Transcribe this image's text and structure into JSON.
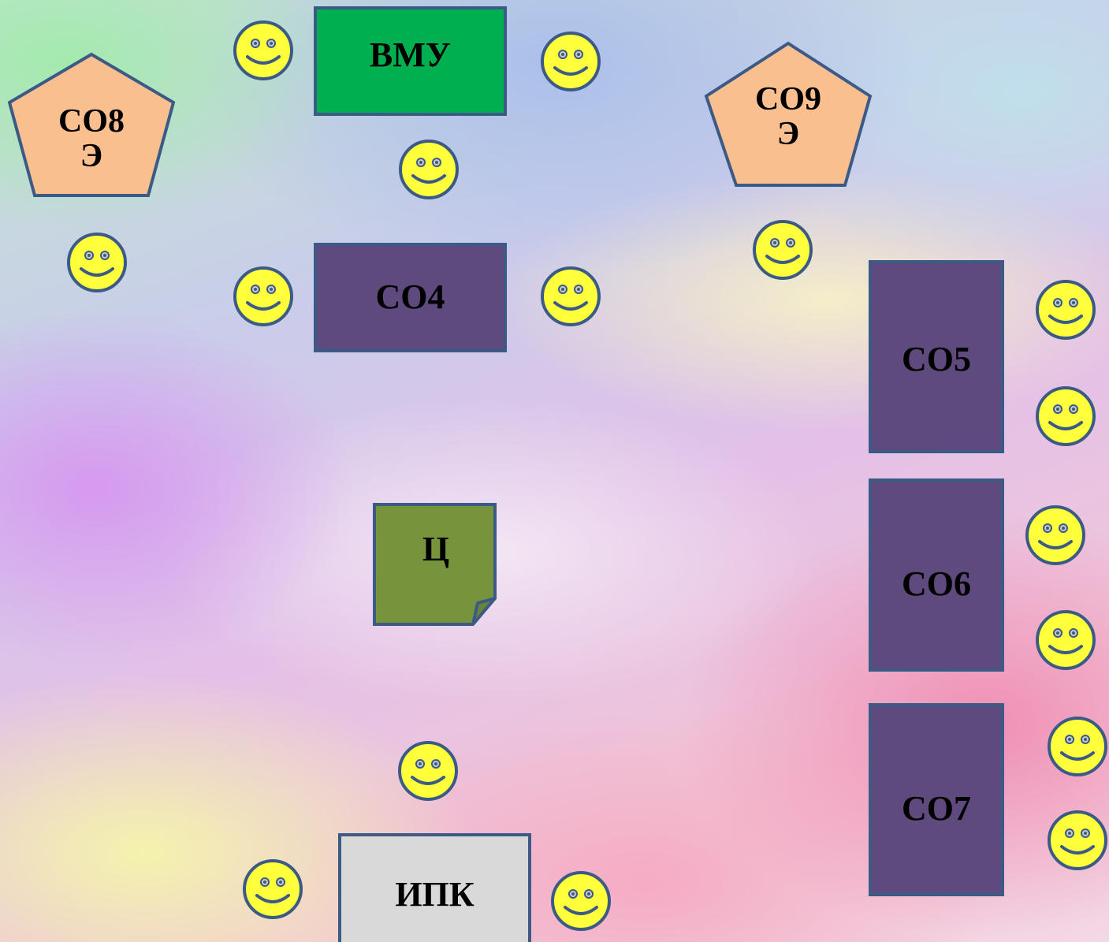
{
  "colors": {
    "seat_fill": "#ffff3c",
    "seat_stroke": "#3b5b86",
    "green_box": "#00b050",
    "purple_box": "#5e4a7c",
    "grey_box": "#d9d9d9",
    "pentagon": "#f9bf8f",
    "note": "#77933c"
  },
  "stations": {
    "vmu": "ВМУ",
    "so4": "СО4",
    "so5": "СО5",
    "so6": "СО6",
    "so7": "СО7",
    "ipk": "ИПК",
    "center": "Ц",
    "so8": "СО8\nЭ",
    "so9": "СО9\nЭ"
  },
  "seat_icon": "smiley-face-icon"
}
